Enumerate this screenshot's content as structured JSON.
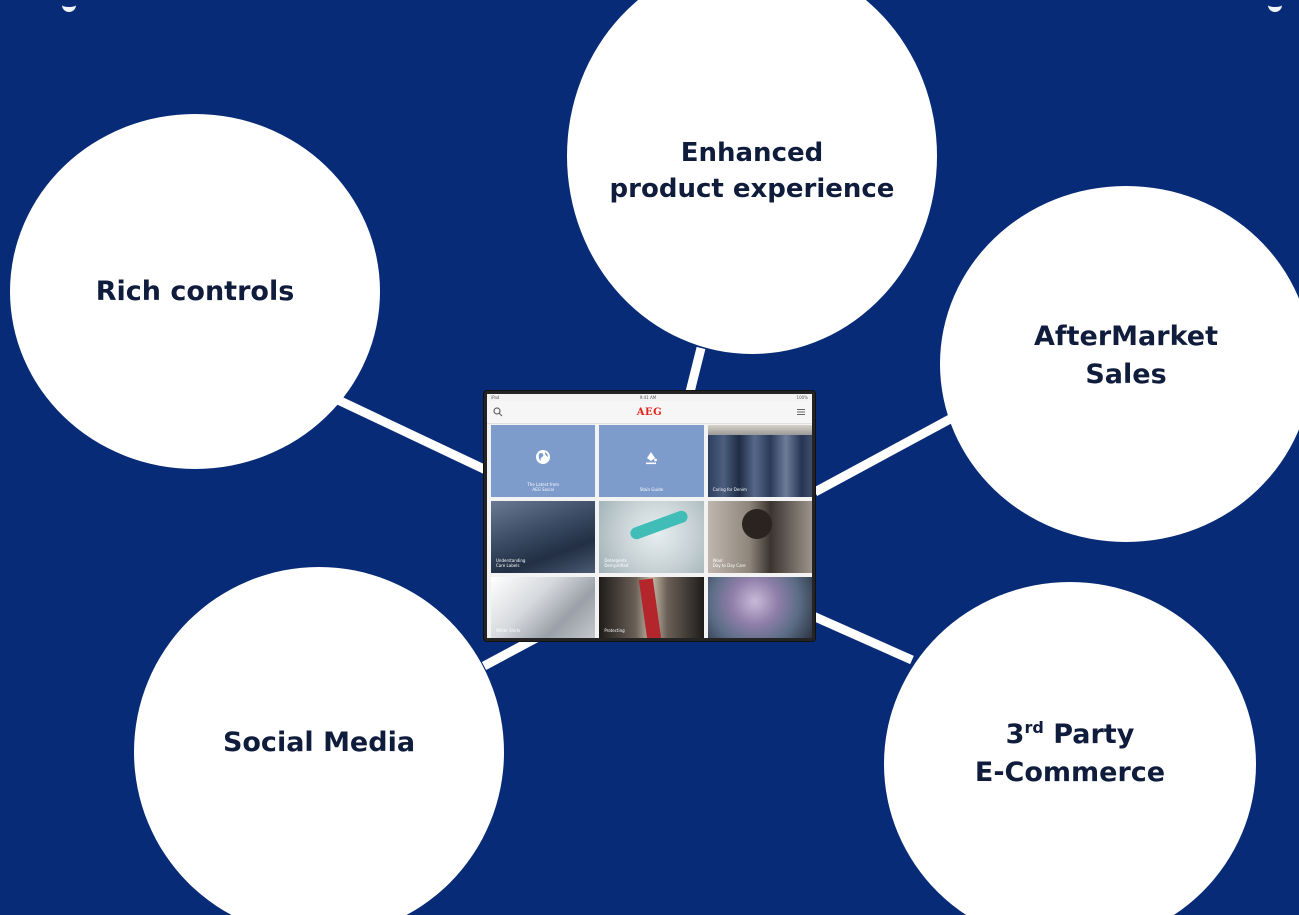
{
  "colors": {
    "background": "#082b78",
    "bubble_fill": "#ffffff",
    "bubble_text": "#0f1c3c",
    "connector": "#ffffff",
    "tile_blue": "#7d9bcb",
    "logo_red": "#e2231a"
  },
  "bubbles": {
    "enhanced": {
      "lines": [
        "Enhanced",
        "product experience"
      ]
    },
    "rich_controls": {
      "lines": [
        "Rich controls"
      ]
    },
    "aftermarket": {
      "lines": [
        "AfterMarket",
        "Sales"
      ]
    },
    "social_media": {
      "lines": [
        "Social Media"
      ]
    },
    "ecommerce": {
      "line1_prefix": "3",
      "line1_sup": "rd",
      "line1_suffix": " Party",
      "line2": "E-Commerce"
    }
  },
  "tablet_app": {
    "status_left": "iPad",
    "status_center": "9:41 AM",
    "status_right": "100%",
    "logo": "AEG",
    "search_icon": "search-icon",
    "menu_icon": "hamburger-menu-icon",
    "tiles": [
      {
        "label": "The Latest from\nAEG Social",
        "icon": "globe-icon",
        "kind": "blue"
      },
      {
        "label": "Stain Guide",
        "icon": "stain-drop-icon",
        "kind": "blue"
      },
      {
        "label": "Caring for Denim",
        "kind": "photo-denim"
      },
      {
        "label": "Understanding\nCare Labels",
        "kind": "photo-fabric"
      },
      {
        "label": "Detergents\nDemystified",
        "kind": "photo-detergent"
      },
      {
        "label": "Wool:\nDay to Day Care",
        "kind": "photo-wool"
      },
      {
        "label": "White Shirts",
        "kind": "photo-white"
      },
      {
        "label": "Protecting",
        "kind": "photo-tie"
      },
      {
        "label": "",
        "kind": "photo-drum"
      }
    ]
  }
}
